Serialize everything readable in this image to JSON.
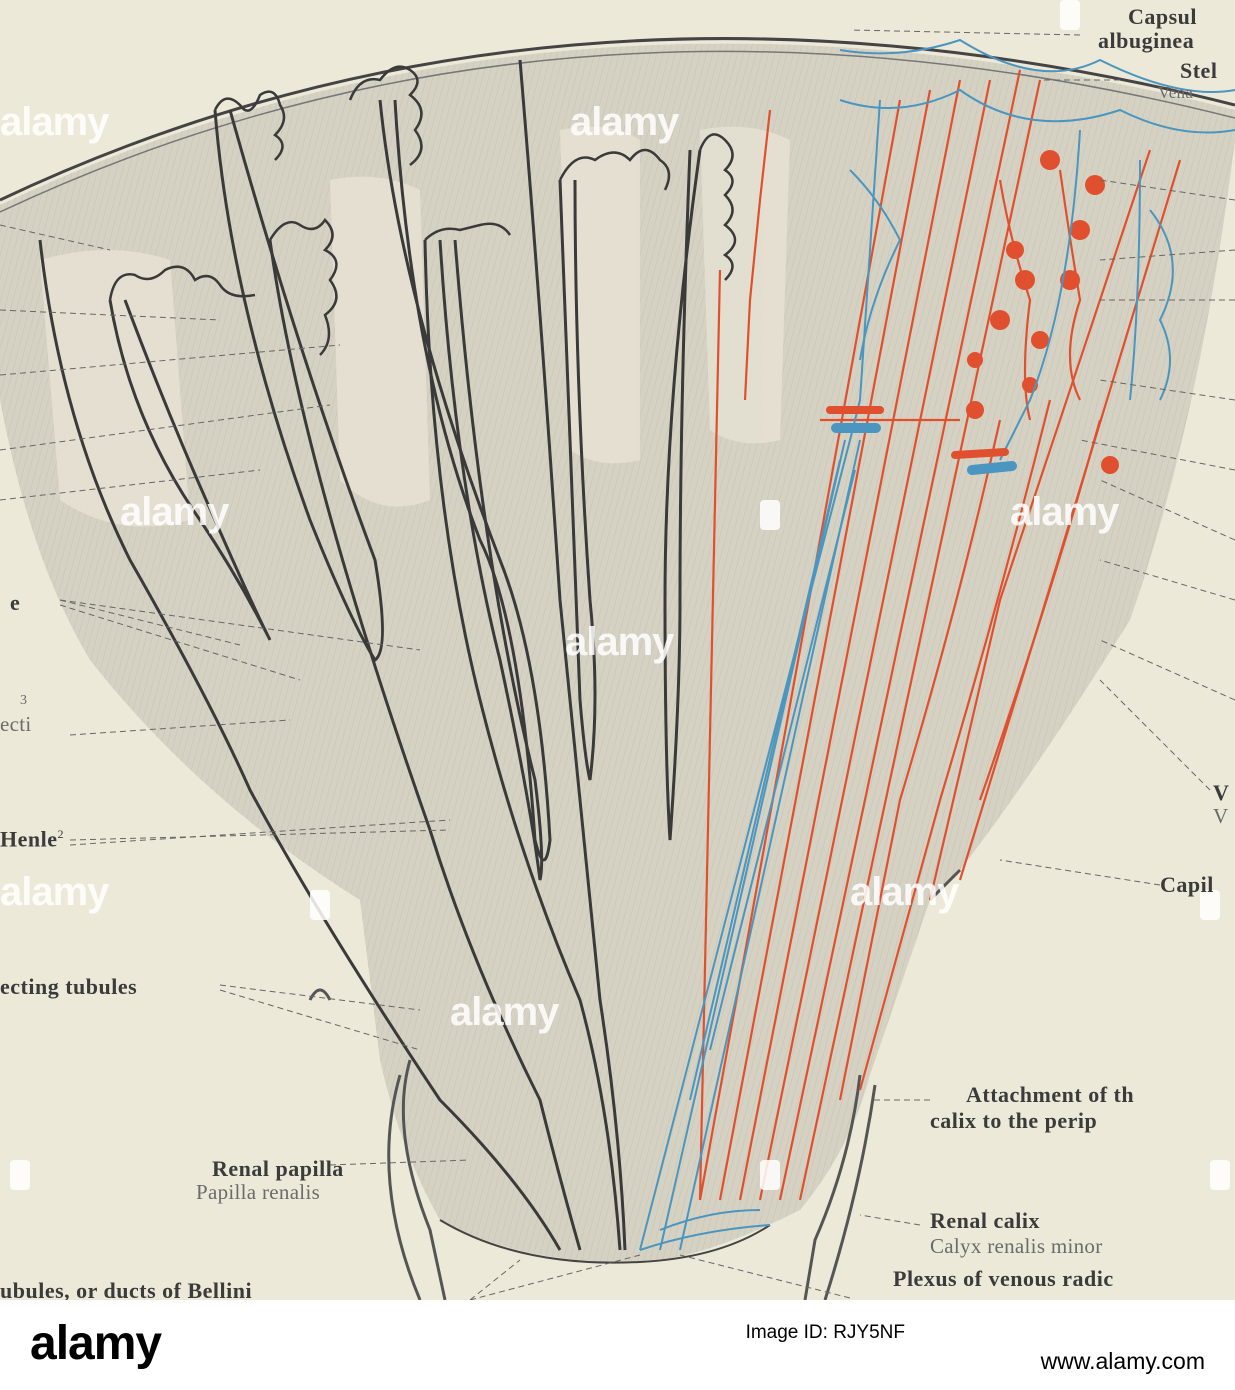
{
  "labels": {
    "capsule_1": "Capsul",
    "capsule_2": "albuginea",
    "stellate_1": "Stel",
    "stellate_2": "Vena",
    "left_e": "e",
    "left_sup3": "3",
    "left_ecti": "ecti",
    "henle": "Henle",
    "henle_sup": "2",
    "collecting_tubules": "ecting tubules",
    "right_v1": "V",
    "right_v2": "V",
    "capil": "Capil",
    "attachment_1": "Attachment of th",
    "attachment_2": "calix to the perip",
    "renal_papilla_en": "Renal papilla",
    "renal_papilla_la": "Papilla renalis",
    "renal_calix_en": "Renal calix",
    "renal_calix_la": "Calyx renalis minor",
    "plexus": "Plexus of venous radic",
    "bellini": "ubules, or ducts of Bellini"
  },
  "watermark": {
    "text": "alamy"
  },
  "footer": {
    "logo": "alamy",
    "image_id_label": "Image ID: RJY5NF",
    "url": "www.alamy.com"
  },
  "colors": {
    "artery": "#e0502e",
    "vein": "#4a96c0",
    "tubule": "#3a3a3a",
    "paper": "#ede9d8",
    "pyramid": "#cfcbbd"
  }
}
